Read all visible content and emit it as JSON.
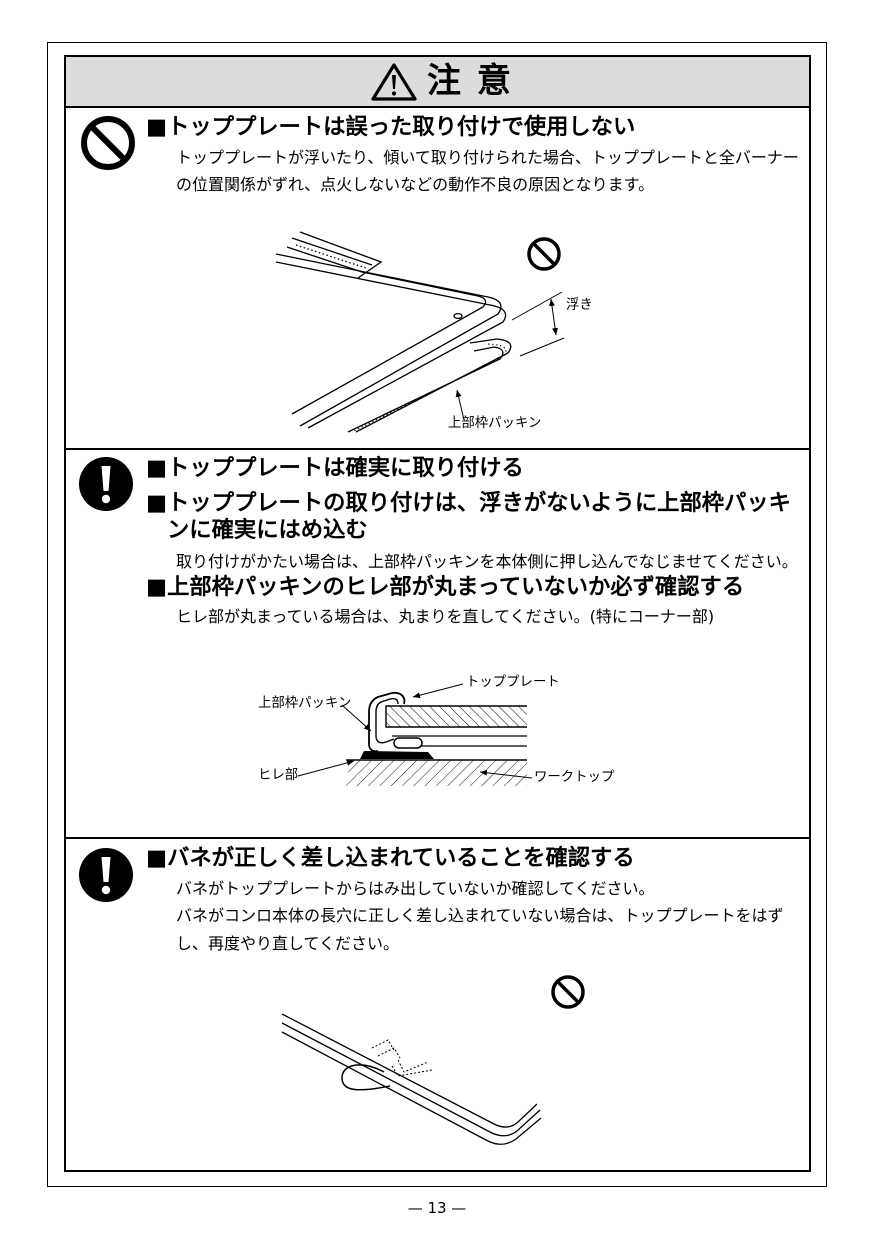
{
  "header": {
    "icon": "warning-triangle-icon",
    "title": "注 意",
    "background_color": "#dcdcdc"
  },
  "sections": [
    {
      "icon": "prohibition-icon",
      "heading": "■トッププレートは誤った取り付けで使用しない",
      "body_lines": [
        "トッププレートが浮いたり、傾いて取り付けられた場合、トッププレートと全バーナー",
        "の位置関係がずれ、点火しないなどの動作不良の原因となります。"
      ],
      "figure": {
        "icon": "prohibition-icon",
        "labels": {
          "lift": "浮き",
          "packing": "上部枠パッキン"
        }
      }
    },
    {
      "icon": "mandatory-action-icon",
      "items": [
        {
          "heading_lines": [
            "■トッププレートは確実に取り付ける"
          ]
        },
        {
          "heading_lines": [
            "■トッププレートの取り付けは、浮きがないように上部枠パッキ",
            "ンに確実にはめ込む"
          ],
          "body": "取り付けがかたい場合は、上部枠パッキンを本体側に押し込んでなじませてください。"
        },
        {
          "heading_lines": [
            "■上部枠パッキンのヒレ部が丸まっていないか必ず確認する"
          ],
          "body": "ヒレ部が丸まっている場合は、丸まりを直してください。(特にコーナー部)"
        }
      ],
      "figure": {
        "labels": {
          "top_plate": "トッププレート",
          "packing": "上部枠パッキン",
          "fin": "ヒレ部",
          "worktop": "ワークトップ"
        }
      }
    },
    {
      "icon": "mandatory-action-icon",
      "heading": "■バネが正しく差し込まれていることを確認する",
      "body_lines": [
        "バネがトッププレートからはみ出していないか確認してください。",
        "バネがコンロ本体の長穴に正しく差し込まれていない場合は、トッププレートをはず",
        "し、再度やり直してください。"
      ],
      "figure": {
        "icon": "prohibition-icon"
      }
    }
  ],
  "footer": {
    "page_number": "— 13 —"
  }
}
